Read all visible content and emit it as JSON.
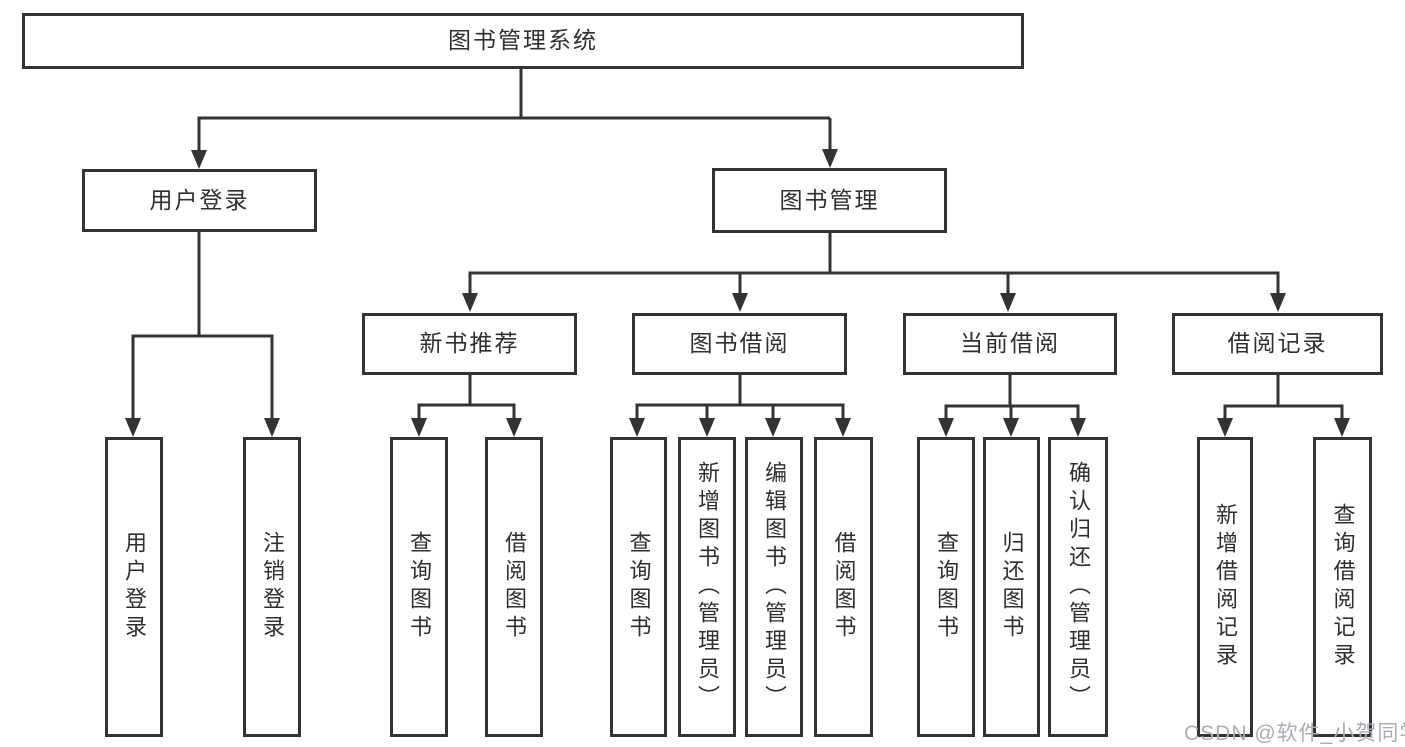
{
  "diagram": {
    "root": {
      "label": "图书管理系统"
    },
    "level2": {
      "user_login": {
        "label": "用户登录"
      },
      "book_mgmt": {
        "label": "图书管理"
      }
    },
    "level3": {
      "new_book": {
        "label": "新书推荐"
      },
      "book_borrow": {
        "label": "图书借阅"
      },
      "current_borrow": {
        "label": "当前借阅"
      },
      "borrow_record": {
        "label": "借阅记录"
      }
    },
    "leaves": {
      "user_login": [
        {
          "label": "用户登录"
        },
        {
          "label": "注销登录"
        }
      ],
      "new_book": [
        {
          "label": "查询图书"
        },
        {
          "label": "借阅图书"
        }
      ],
      "book_borrow": [
        {
          "label": "查询图书"
        },
        {
          "label": "新增图书（管理员）"
        },
        {
          "label": "编辑图书（管理员）"
        },
        {
          "label": "借阅图书"
        }
      ],
      "current_borrow": [
        {
          "label": "查询图书"
        },
        {
          "label": "归还图书"
        },
        {
          "label": "确认归还（管理员）"
        }
      ],
      "borrow_record": [
        {
          "label": "新增借阅记录"
        },
        {
          "label": "查询借阅记录"
        }
      ]
    },
    "watermark": "CSDN @软件_小贺同学",
    "colors": {
      "line": "#333333",
      "text": "#2f2f2f",
      "background": "#ffffff",
      "watermark": "#a9aeb6"
    }
  }
}
